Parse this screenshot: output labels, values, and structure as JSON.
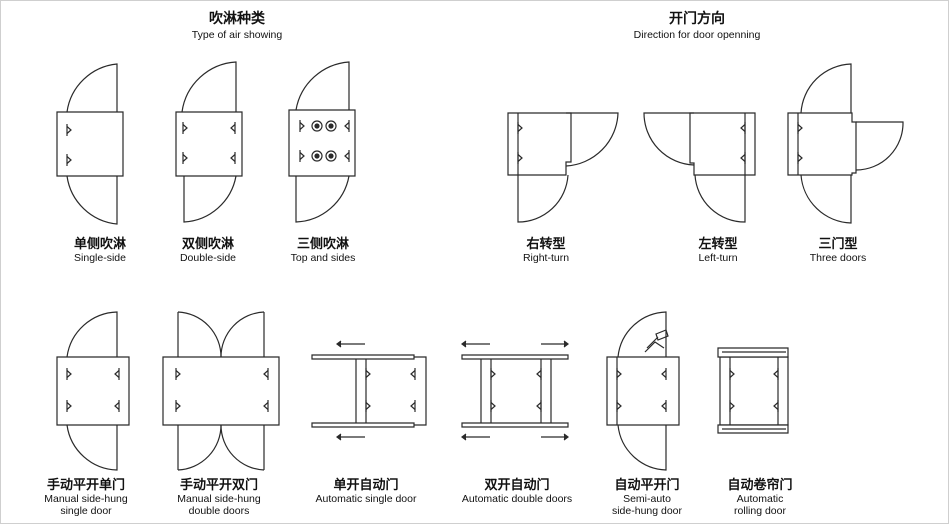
{
  "sections": {
    "air_shower": {
      "zh": "吹淋种类",
      "en": "Type of air showing"
    },
    "door_direction": {
      "zh": "开门方向",
      "en": "Direction for door openning"
    }
  },
  "items": [
    {
      "zh": "单侧吹淋",
      "en": "Single-side"
    },
    {
      "zh": "双侧吹淋",
      "en": "Double-side"
    },
    {
      "zh": "三侧吹淋",
      "en": "Top and sides"
    },
    {
      "zh": "右转型",
      "en": "Right-turn"
    },
    {
      "zh": "左转型",
      "en": "Left-turn"
    },
    {
      "zh": "三门型",
      "en": "Three doors"
    },
    {
      "zh": "手动平开单门",
      "en": "Manual side-hung",
      "en2": "single door"
    },
    {
      "zh": "手动平开双门",
      "en": "Manual side-hung",
      "en2": "double doors"
    },
    {
      "zh": "单开自动门",
      "en": "Automatic single door"
    },
    {
      "zh": "双开自动门",
      "en": "Automatic double doors"
    },
    {
      "zh": "自动平开门",
      "en": "Semi-auto",
      "en2": "side-hung door"
    },
    {
      "zh": "自动卷帘门",
      "en": "Automatic",
      "en2": "rolling door"
    }
  ],
  "colors": {
    "line": "#2a2a2a",
    "background": "#ffffff"
  }
}
